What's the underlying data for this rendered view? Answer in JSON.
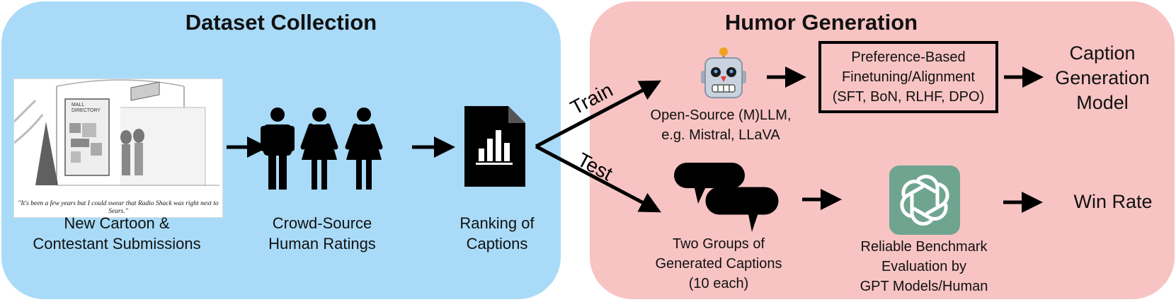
{
  "sections": {
    "left_title": "Dataset Collection",
    "right_title": "Humor Generation"
  },
  "collection": {
    "cartoon_caption": "\"It's been a few years but I could swear that Radio Shack was right next to Sears.\"",
    "cartoon_sign": "MALL DIRECTORY",
    "cartoon_label": [
      "New Cartoon &",
      "Contestant Submissions"
    ],
    "crowd_label": [
      "Crowd-Source",
      "Human Ratings"
    ],
    "ranking_label": [
      "Ranking of",
      "Captions"
    ]
  },
  "branches": {
    "train": "Train",
    "test": "Test"
  },
  "generation": {
    "llm_label": [
      "Open-Source (M)LLM,",
      "e.g. Mistral, LLaVA"
    ],
    "finetune_box": [
      "Preference-Based",
      "Finetuning/Alignment",
      "(SFT, BoN, RLHF, DPO)"
    ],
    "output_model": [
      "Caption",
      "Generation",
      "Model"
    ],
    "captions_label": [
      "Two Groups of",
      "Generated Captions",
      "(10 each)"
    ],
    "benchmark_label": [
      "Reliable Benchmark",
      "Evaluation by",
      "GPT Models/Human"
    ],
    "result": "Win Rate"
  },
  "icons": {
    "robot": "robot-icon",
    "people": "people-icon",
    "document": "bar-chart-document-icon",
    "speech": "speech-bubbles-icon",
    "gpt": "openai-logo-icon"
  },
  "colors": {
    "left_panel": "#a9dbf8",
    "right_panel": "#f7c4c3",
    "gpt_logo_bg": "#6fa590"
  }
}
